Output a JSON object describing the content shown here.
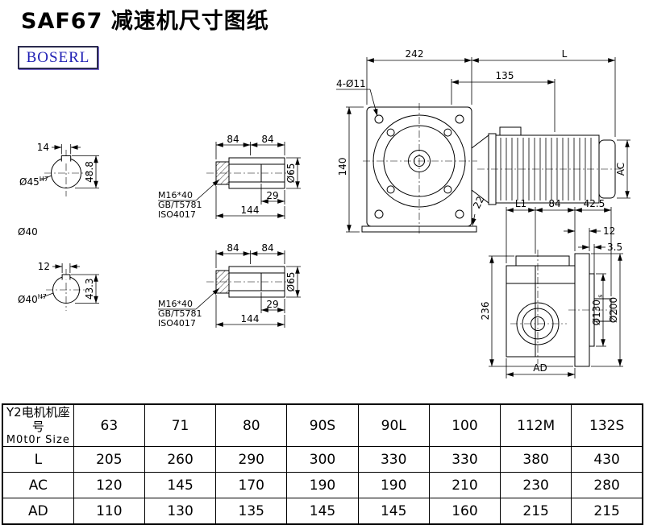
{
  "page": {
    "title": "SAF67 减速机尺寸图纸",
    "logo": "BOSERL"
  },
  "section_top": {
    "key_width": "14",
    "bore": "Ø45",
    "bore_tol": "H7",
    "key_height": "48.8"
  },
  "mid_label": "Ø40",
  "section_bottom": {
    "key_width": "12",
    "bore": "Ø40",
    "bore_tol": "H7",
    "key_height": "43.3"
  },
  "shaft_top": {
    "seg1": "84",
    "seg2": "84",
    "key_len": "29",
    "total_len": "144",
    "dia": "Ø65",
    "bolt": "M16*40",
    "std1": "GB/T5781",
    "std2": "ISO4017"
  },
  "shaft_bottom": {
    "seg1": "84",
    "seg2": "84",
    "key_len": "29",
    "total_len": "144",
    "dia": "Ø65",
    "bolt": "M16*40",
    "std1": "GB/T5781",
    "std2": "ISO4017"
  },
  "front_view": {
    "gearbox_width": "242",
    "motor_length": "L",
    "flange_depth": "135",
    "bolt_holes": "4-Ø11",
    "center_height": "140",
    "foot": "22",
    "motor_dia": "AC"
  },
  "side_view": {
    "l1": "L1",
    "top_len": "84",
    "end_len": "42.5",
    "flange_step": "12",
    "gap": "3.5",
    "height": "236",
    "spigot_dia": "Ø130",
    "spigot_tol": "js",
    "flange_dia": "Ø200",
    "width": "AD"
  },
  "table": {
    "header_cn": "Y2电机机座号",
    "header_en": "M0t0r Size",
    "sizes": [
      "63",
      "71",
      "80",
      "90S",
      "90L",
      "100",
      "112M",
      "132S"
    ],
    "rows": [
      {
        "label": "L",
        "values": [
          "205",
          "260",
          "290",
          "300",
          "330",
          "330",
          "380",
          "430"
        ]
      },
      {
        "label": "AC",
        "values": [
          "120",
          "145",
          "170",
          "190",
          "190",
          "210",
          "230",
          "280"
        ]
      },
      {
        "label": "AD",
        "values": [
          "110",
          "130",
          "135",
          "145",
          "145",
          "160",
          "215",
          "215"
        ]
      }
    ]
  }
}
